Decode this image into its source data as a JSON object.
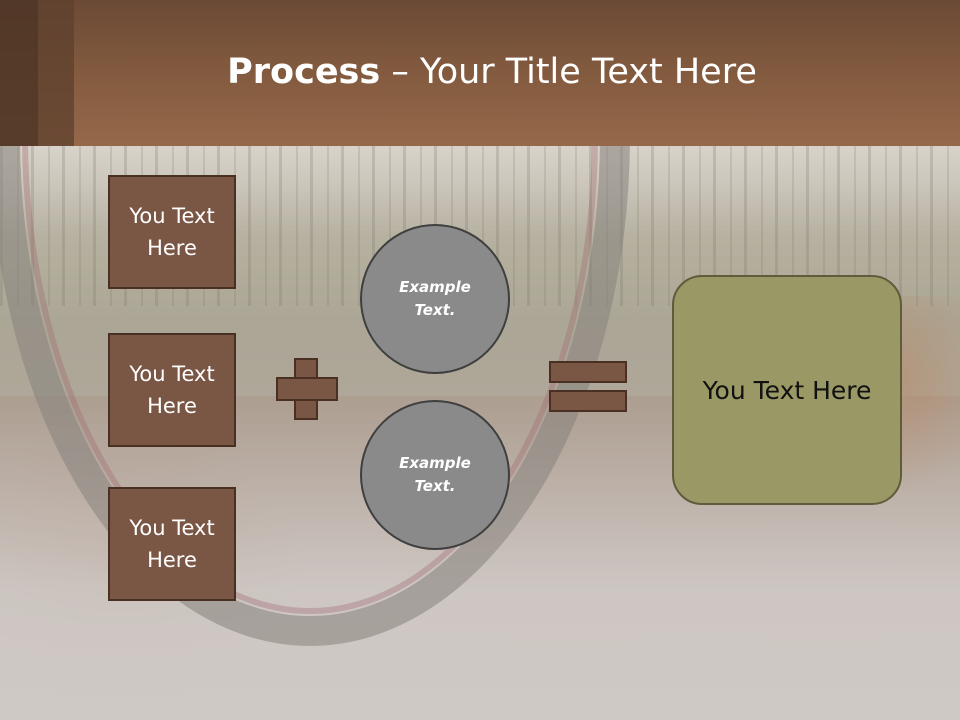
{
  "title": {
    "bold": "Process",
    "rest": " – Your Title Text Here"
  },
  "left_boxes": [
    {
      "label": "You Text Here"
    },
    {
      "label": "You Text Here"
    },
    {
      "label": "You Text Here"
    }
  ],
  "circles": [
    {
      "label": "Example Text."
    },
    {
      "label": "Example Text."
    }
  ],
  "result": {
    "label": "You Text Here"
  },
  "colors": {
    "header": "#855c40",
    "box_fill": "#7a5644",
    "circle_fill": "#8a8a8a",
    "result_fill": "#9a9865"
  },
  "icons": {
    "operator_1": "plus-sign",
    "operator_2": "equals-sign"
  }
}
